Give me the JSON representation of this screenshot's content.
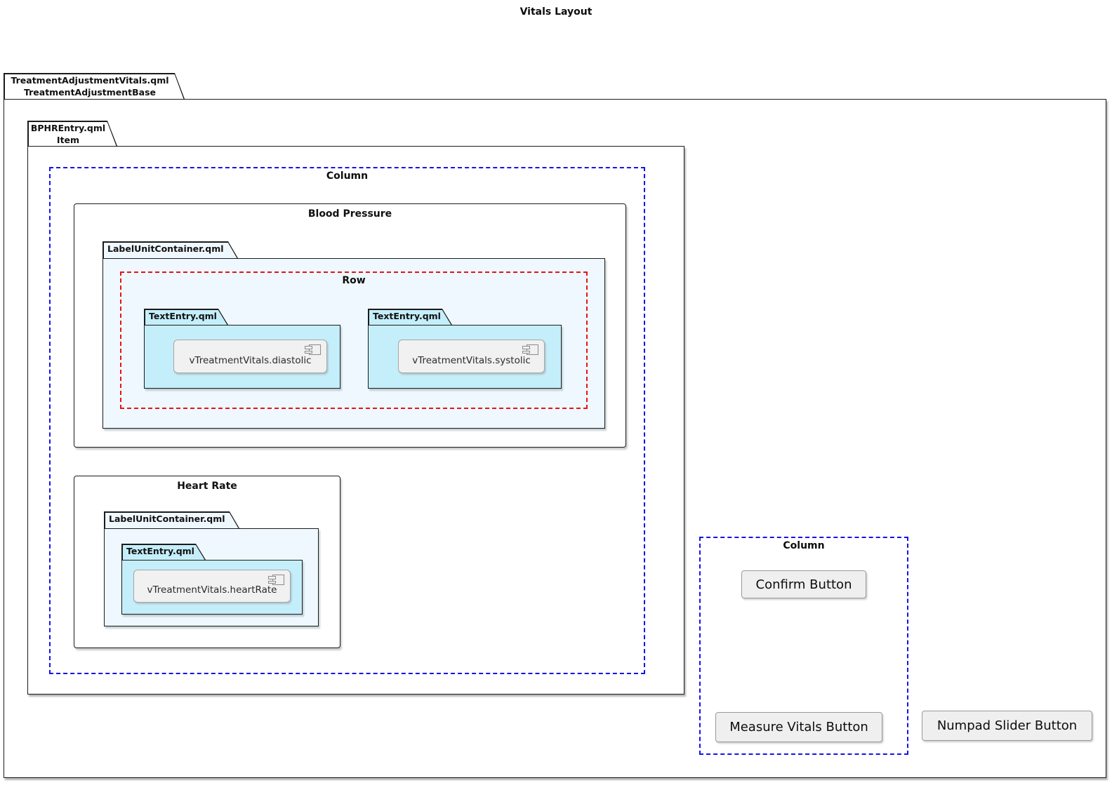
{
  "diagram": {
    "title": "Vitals Layout",
    "outer_package": {
      "line1": "TreatmentAdjustmentVitals.qml",
      "line2": "TreatmentAdjustmentBase"
    },
    "item_package": {
      "line1": "BPHREntry.qml",
      "line2": "Item"
    },
    "layout_column": {
      "label": "Column"
    },
    "blood_pressure": {
      "title": "Blood Pressure",
      "container_label": "LabelUnitContainer.qml",
      "row": {
        "label": "Row"
      },
      "diastolic": {
        "folder_label": "TextEntry.qml",
        "component": "vTreatmentVitals.diastolic"
      },
      "systolic": {
        "folder_label": "TextEntry.qml",
        "component": "vTreatmentVitals.systolic"
      }
    },
    "heart_rate": {
      "title": "Heart Rate",
      "container_label": "LabelUnitContainer.qml",
      "entry": {
        "folder_label": "TextEntry.qml",
        "component": "vTreatmentVitals.heartRate"
      }
    },
    "button_column": {
      "label": "Column",
      "confirm_label": "Confirm Button",
      "measure_label": "Measure Vitals Button"
    },
    "numpad_label": "Numpad Slider Button",
    "colors": {
      "border": "#1b1b1b",
      "column_dash": "#1414E6",
      "row_dash": "#E61414",
      "folder_fill_light": "#EFF8FE",
      "folder_fill_cyan": "#C5EEFB",
      "component_fill": "#F1F1F1",
      "button_fill": "#EFEFEF"
    }
  }
}
